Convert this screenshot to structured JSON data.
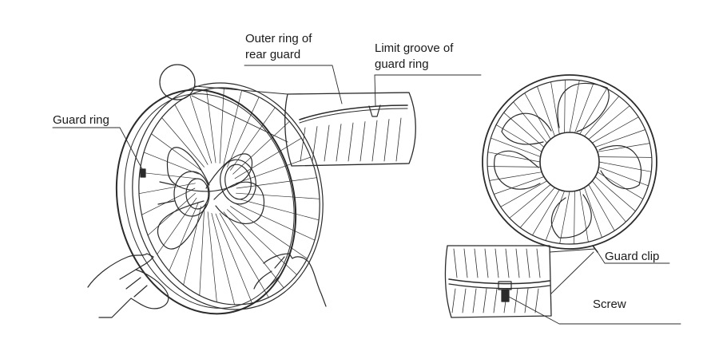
{
  "labels": {
    "outer_ring": [
      "Outer ring of",
      "rear guard"
    ],
    "limit_groove": [
      "Limit groove of",
      "guard ring"
    ],
    "guard_ring": "Guard ring",
    "guard_clip": "Guard clip",
    "screw": "Screw"
  },
  "colors": {
    "line": "#2b2b2b",
    "text": "#1a1a1a",
    "background": "#ffffff"
  }
}
